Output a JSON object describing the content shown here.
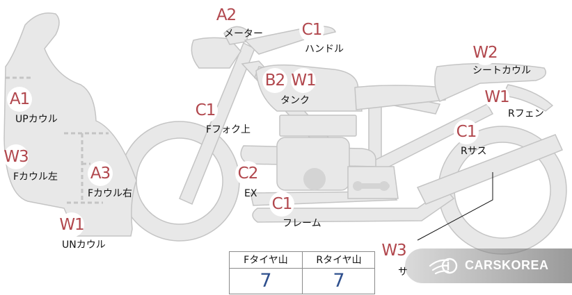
{
  "parts": [
    {
      "code": "A1",
      "label": "UPカウル",
      "name": "up-cowl"
    },
    {
      "code": "W3",
      "label": "Fカウル左",
      "name": "front-cowl-left"
    },
    {
      "code": "A3",
      "label": "Fカウル右",
      "name": "front-cowl-right"
    },
    {
      "code": "W1",
      "label": "UNカウル",
      "name": "under-cowl"
    },
    {
      "code": "A2",
      "label": "メーター",
      "name": "meter"
    },
    {
      "code": "C1",
      "label": "ハンドル",
      "name": "handlebar"
    },
    {
      "code": "B2",
      "label": "タンク",
      "name": "tank-b2"
    },
    {
      "code": "W1",
      "label": "",
      "name": "tank-w1"
    },
    {
      "code": "C1",
      "label": "Fフォク上",
      "name": "front-fork-upper"
    },
    {
      "code": "C2",
      "label": "EX",
      "name": "exhaust"
    },
    {
      "code": "C1",
      "label": "フレーム",
      "name": "frame"
    },
    {
      "code": "W2",
      "label": "シートカウル",
      "name": "seat-cowl"
    },
    {
      "code": "W1",
      "label": "Rフェン",
      "name": "rear-fender"
    },
    {
      "code": "C1",
      "label": "Rサス",
      "name": "rear-suspension"
    },
    {
      "code": "W3",
      "label": "サ",
      "name": "side-partial"
    }
  ],
  "tires": {
    "front": {
      "label": "Fタイヤ山",
      "value": "7"
    },
    "rear": {
      "label": "Rタイヤ山",
      "value": "7"
    }
  },
  "watermark": {
    "text": "CARSKOREA"
  },
  "colors": {
    "badge_text": "#b1474d",
    "value_text": "#2e4f8d",
    "bike_fill": "#e8e8e8",
    "bike_stroke": "#c4c4c4"
  }
}
